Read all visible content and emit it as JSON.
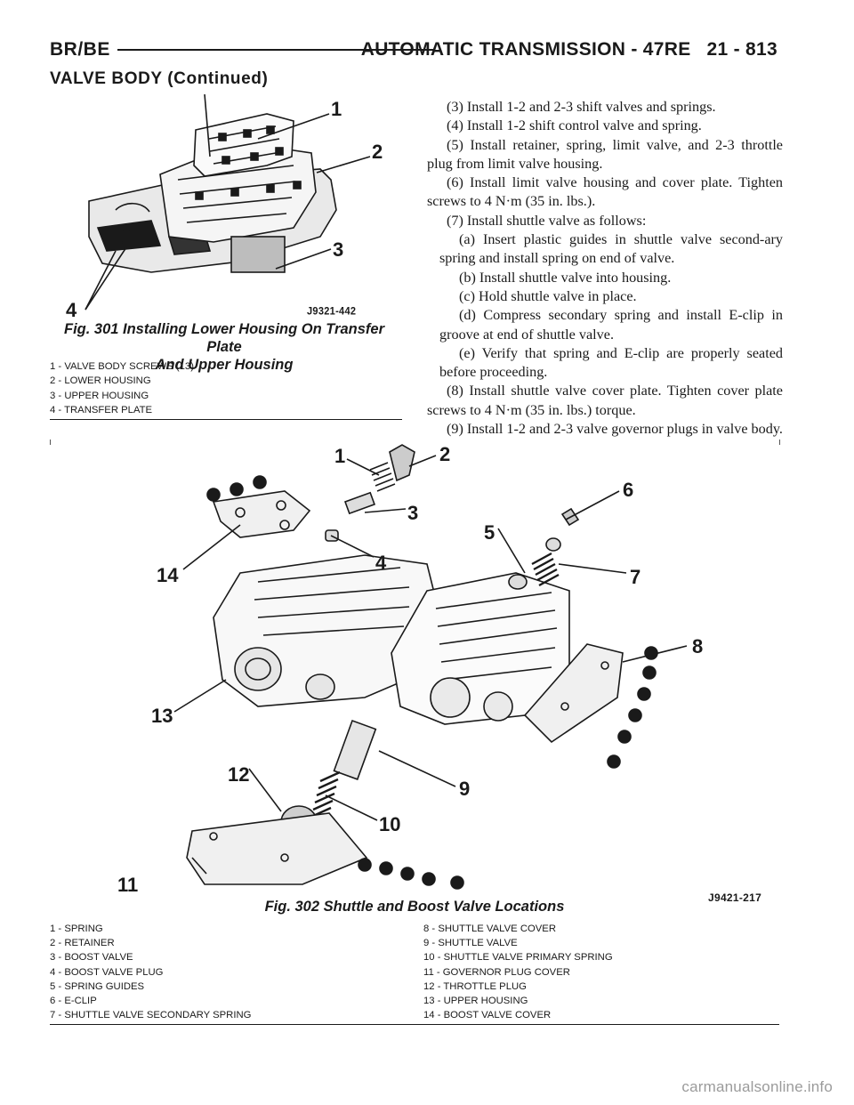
{
  "header": {
    "left": "BR/BE",
    "right_title": "AUTOMATIC TRANSMISSION - 47RE",
    "page_number": "21 - 813"
  },
  "section_title": "VALVE BODY (Continued)",
  "figure1": {
    "code": "J9321-442",
    "caption_line1": "Fig. 301 Installing Lower Housing On Transfer Plate",
    "caption_line2": "And Upper Housing",
    "callouts": [
      "1",
      "2",
      "3",
      "4"
    ],
    "legend": [
      "1 - VALVE BODY SCREWS (13)",
      "2 - LOWER HOUSING",
      "3 - UPPER HOUSING",
      "4 - TRANSFER PLATE"
    ]
  },
  "body": [
    {
      "type": "s",
      "text": "(3) Install 1-2 and 2-3 shift valves and springs."
    },
    {
      "type": "s",
      "text": "(4) Install 1-2 shift control valve and spring."
    },
    {
      "type": "s",
      "text": "(5) Install retainer, spring, limit valve, and 2-3 throttle plug from limit valve housing."
    },
    {
      "type": "s",
      "text": "(6) Install limit valve housing and cover plate. Tighten screws to 4 N·m (35 in. lbs.)."
    },
    {
      "type": "s",
      "text": "(7) Install shuttle valve as follows:"
    },
    {
      "type": "sub",
      "text": "(a) Insert plastic guides in shuttle valve second-ary spring and install spring on end of valve."
    },
    {
      "type": "sub",
      "text": "(b) Install shuttle valve into housing."
    },
    {
      "type": "sub",
      "text": "(c) Hold shuttle valve in place."
    },
    {
      "type": "sub",
      "text": "(d) Compress secondary spring and install E-clip in groove at end of shuttle valve."
    },
    {
      "type": "sub",
      "text": "(e) Verify that spring and E-clip are properly seated before proceeding."
    },
    {
      "type": "s",
      "text": "(8) Install shuttle valve cover plate. Tighten cover plate screws to 4 N·m (35 in. lbs.) torque."
    },
    {
      "type": "s",
      "text": "(9) Install 1-2 and 2-3 valve governor plugs in valve body."
    }
  ],
  "figure2": {
    "code": "J9421-217",
    "caption": "Fig. 302 Shuttle and Boost Valve Locations",
    "callouts": [
      "1",
      "2",
      "3",
      "4",
      "5",
      "6",
      "7",
      "8",
      "9",
      "10",
      "11",
      "12",
      "13",
      "14"
    ],
    "legend_left": [
      "1 - SPRING",
      "2 - RETAINER",
      "3 - BOOST VALVE",
      "4 - BOOST VALVE PLUG",
      "5 - SPRING GUIDES",
      "6 - E-CLIP",
      "7 - SHUTTLE VALVE SECONDARY SPRING"
    ],
    "legend_right": [
      "8 - SHUTTLE VALVE COVER",
      "9 - SHUTTLE VALVE",
      "10 - SHUTTLE VALVE PRIMARY SPRING",
      "11 - GOVERNOR PLUG COVER",
      "12 - THROTTLE PLUG",
      "13 - UPPER HOUSING",
      "14 - BOOST VALVE COVER"
    ]
  },
  "watermark": "carmanualsonline.info"
}
